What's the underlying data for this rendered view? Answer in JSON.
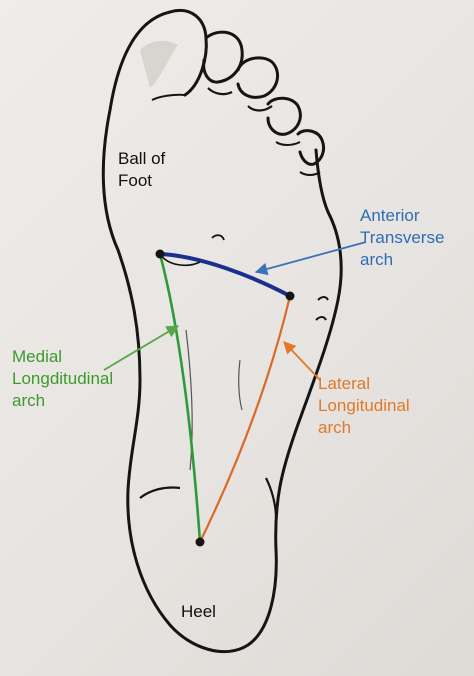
{
  "labels": {
    "ball_of_foot": "Ball of\nFoot",
    "anterior_transverse_arch": "Anterior\nTransverse\narch",
    "medial_longitudinal_arch": "Medial\nLongditudinal\narch",
    "lateral_longitudinal_arch": "Lateral\nLongitudinal\narch",
    "heel": "Heel"
  },
  "colors": {
    "outline": "#151515",
    "anterior_arch": "#1b2f8f",
    "anterior_pointer": "#3b73b8",
    "medial_arch": "#2f9a3c",
    "medial_pointer": "#58a64a",
    "lateral_arch": "#d96a2a",
    "lateral_pointer": "#e07a2a",
    "ball_label": "#111111",
    "anterior_label": "#2f6db5",
    "medial_label": "#3c9a2d",
    "lateral_label": "#e07a2a",
    "heel_label": "#111111"
  }
}
